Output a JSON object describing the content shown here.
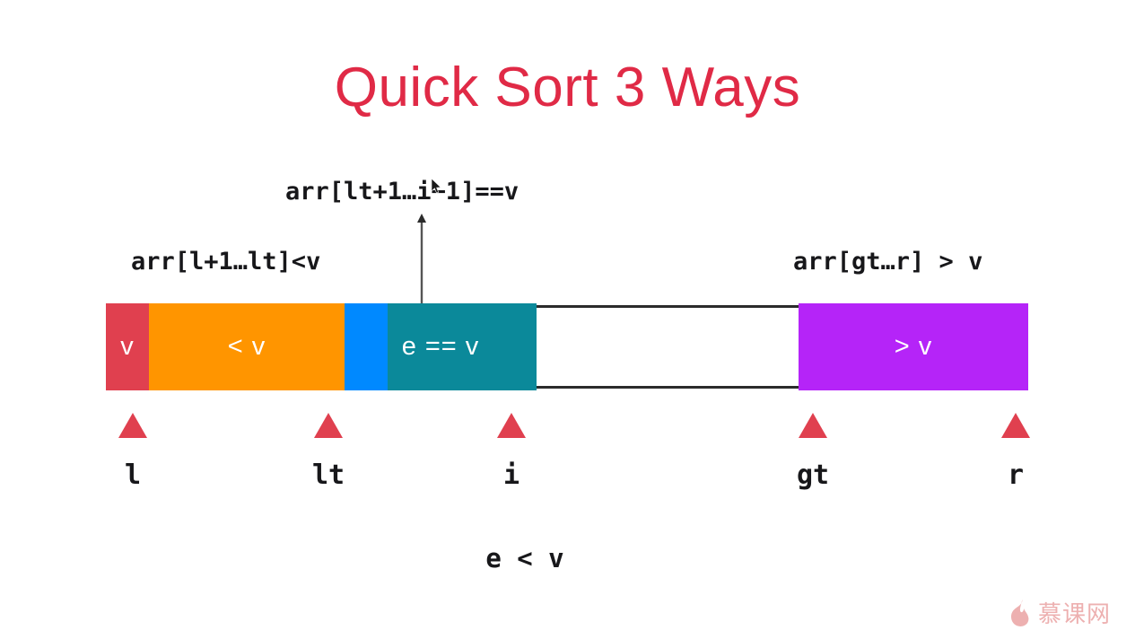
{
  "slide": {
    "title": "Quick Sort 3 Ways",
    "title_color": "#e02a46",
    "background": "#ffffff"
  },
  "annotations": {
    "left": "arr[l+1…lt]<v",
    "middle": "arr[lt+1…i−1]==v",
    "right": "arr[gt…r] > v"
  },
  "pointer": {
    "name": "up-arrow-to-middle-annotation",
    "color": "#555555"
  },
  "cursor": {
    "name": "mouse-pointer",
    "color": "#1a1a1a"
  },
  "bar": {
    "segments": [
      {
        "key": "pivot",
        "label": "v",
        "color": "#e0404f",
        "text_color": "#ffffff"
      },
      {
        "key": "less",
        "label": "< v",
        "color": "#ff9500",
        "text_color": "#ffffff"
      },
      {
        "key": "e",
        "label": "",
        "color": "#0089ff",
        "text_color": "#ffffff"
      },
      {
        "key": "equal",
        "label": "",
        "color": "#0b899a",
        "text_color": "#ffffff"
      },
      {
        "key": "unknown",
        "label": "",
        "color": "#ffffff",
        "text_color": "#000000"
      },
      {
        "key": "greater",
        "label": "> v",
        "color": "#b524f8",
        "text_color": "#ffffff"
      }
    ],
    "equal_span_label": "e == v"
  },
  "markers": [
    {
      "key": "l",
      "label": "l",
      "triangle_color": "#e0404f"
    },
    {
      "key": "lt",
      "label": "lt",
      "triangle_color": "#e0404f"
    },
    {
      "key": "i",
      "label": "i",
      "triangle_color": "#e0404f"
    },
    {
      "key": "gt",
      "label": "gt",
      "triangle_color": "#e0404f"
    },
    {
      "key": "r",
      "label": "r",
      "triangle_color": "#e0404f"
    }
  ],
  "footer": {
    "formula": "e < v"
  },
  "watermark": {
    "text": "慕课网",
    "icon": "flame-icon",
    "color": "#eba3a3"
  }
}
